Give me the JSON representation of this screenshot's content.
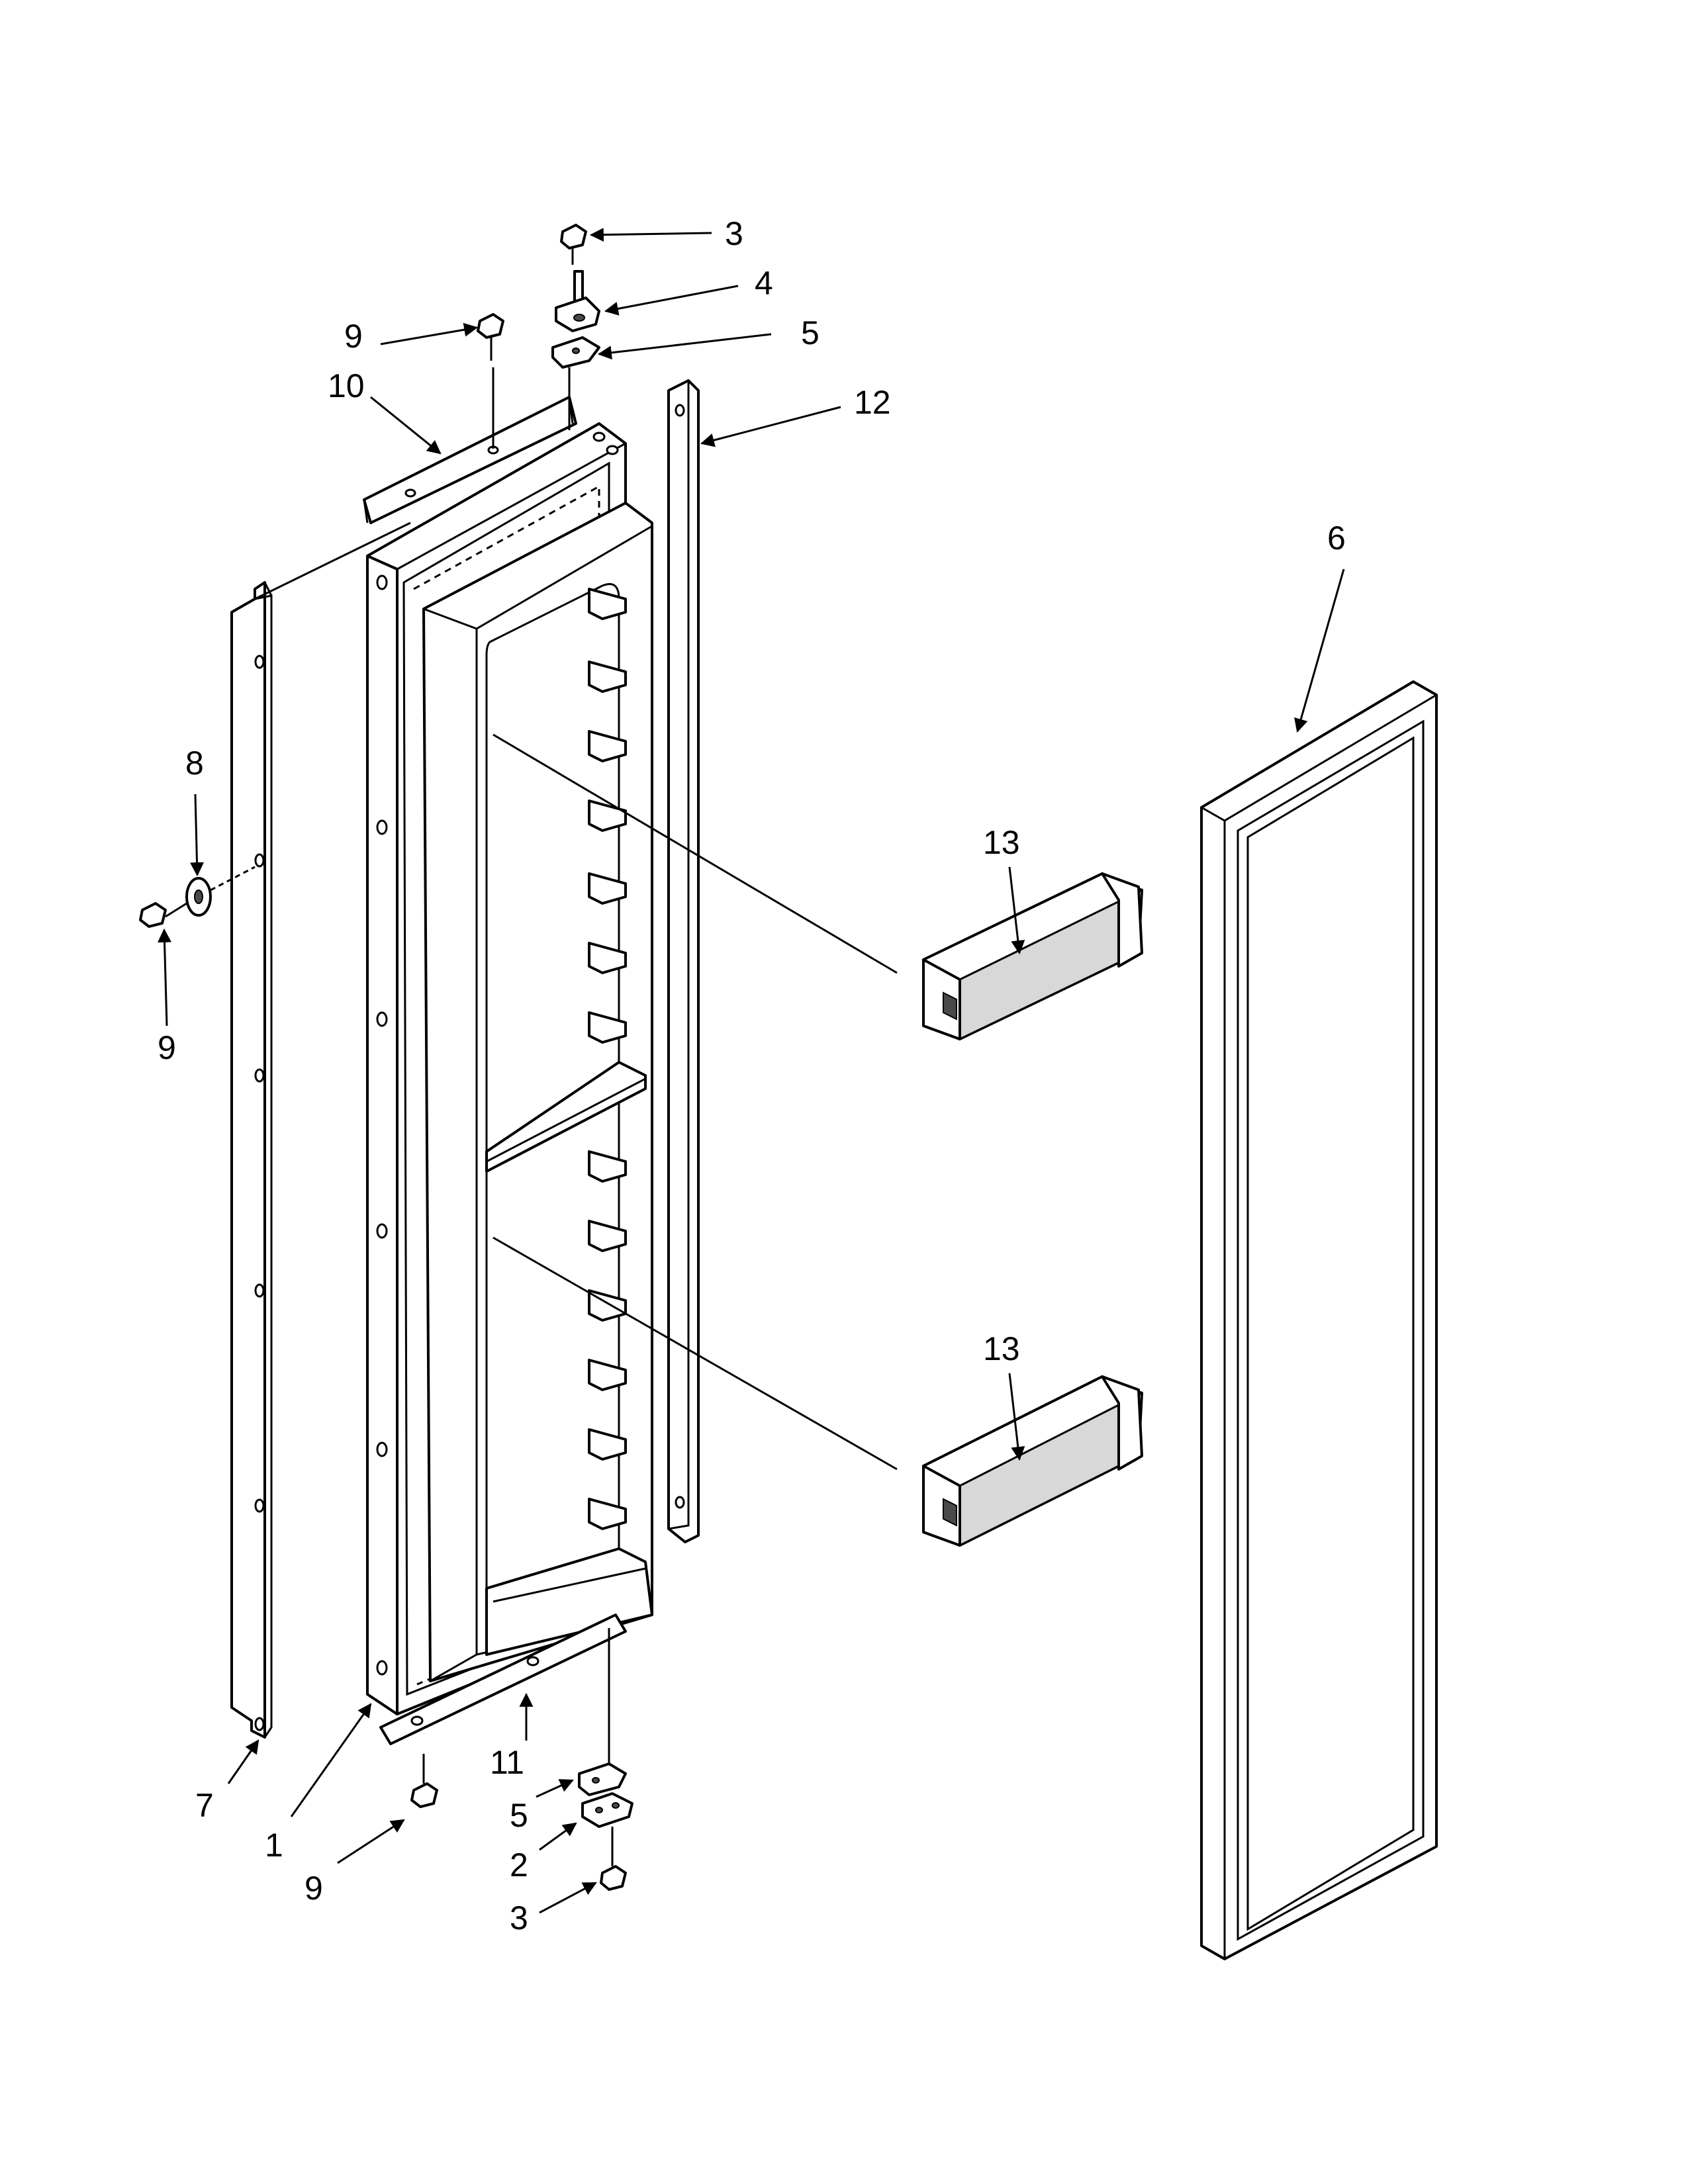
{
  "callouts": [
    {
      "id": "c3-top",
      "text": "3"
    },
    {
      "id": "c4",
      "text": "4"
    },
    {
      "id": "c5-top",
      "text": "5"
    },
    {
      "id": "c9-top",
      "text": "9"
    },
    {
      "id": "c10",
      "text": "10"
    },
    {
      "id": "c12",
      "text": "12"
    },
    {
      "id": "c6",
      "text": "6"
    },
    {
      "id": "c8",
      "text": "8"
    },
    {
      "id": "c9-left",
      "text": "9"
    },
    {
      "id": "c13-upper",
      "text": "13"
    },
    {
      "id": "c13-lower",
      "text": "13"
    },
    {
      "id": "c7",
      "text": "7"
    },
    {
      "id": "c1",
      "text": "1"
    },
    {
      "id": "c11",
      "text": "11"
    },
    {
      "id": "c9-bottom",
      "text": "9"
    },
    {
      "id": "c5-bottom",
      "text": "5"
    },
    {
      "id": "c2",
      "text": "2"
    },
    {
      "id": "c3-bottom",
      "text": "3"
    }
  ]
}
